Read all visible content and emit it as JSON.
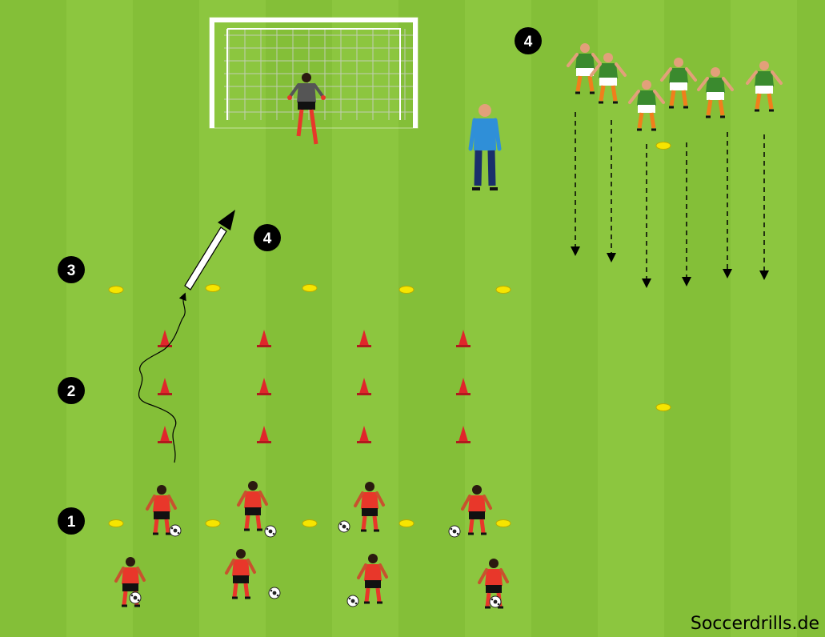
{
  "colors": {
    "grass_light": "#8cc63f",
    "grass_dark": "#7fb935",
    "cone": "#e0262b",
    "flat_marker": "#f6e500",
    "red_kit": "#e8372a",
    "green_kit": "#3a8a2e",
    "keeper": "#444444",
    "coach": "#2f8fd8",
    "marker_bg": "#000000"
  },
  "station_markers": [
    {
      "id": "1",
      "label": "1"
    },
    {
      "id": "2",
      "label": "2"
    },
    {
      "id": "3",
      "label": "3"
    },
    {
      "id": "4a",
      "label": "4"
    },
    {
      "id": "4b",
      "label": "4"
    }
  ],
  "credit": "Soccerdrills.de",
  "icons": [
    "goal-icon",
    "goalkeeper-icon",
    "coach-icon",
    "cone-icon",
    "flat-marker-icon",
    "ball-icon",
    "player-icon",
    "arrow-icon"
  ]
}
